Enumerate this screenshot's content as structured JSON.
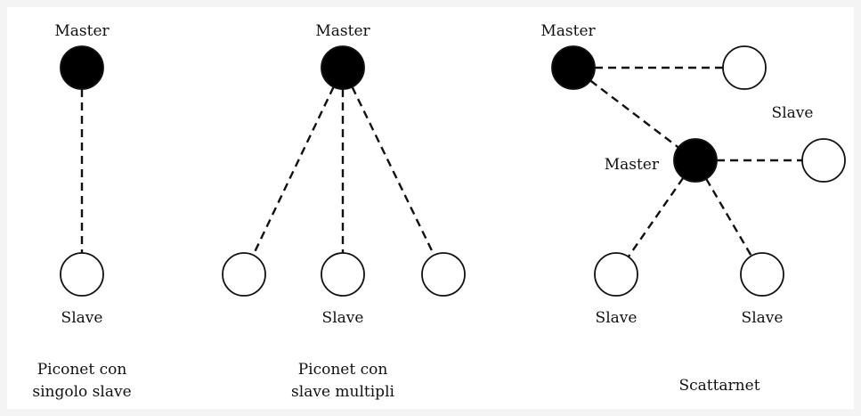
{
  "diagrams": [
    {
      "caption": [
        "Piconet con",
        "singolo slave"
      ],
      "nodes": [
        {
          "role": "master",
          "label": "Master",
          "fill": "#000000"
        },
        {
          "role": "slave",
          "label": "Slave",
          "fill": "#ffffff"
        }
      ],
      "edges": [
        [
          0,
          1
        ]
      ]
    },
    {
      "caption": [
        "Piconet con",
        "slave multipli"
      ],
      "nodes": [
        {
          "role": "master",
          "label": "Master",
          "fill": "#000000"
        },
        {
          "role": "slave",
          "label": "",
          "fill": "#ffffff"
        },
        {
          "role": "slave",
          "label": "Slave",
          "fill": "#ffffff"
        },
        {
          "role": "slave",
          "label": "",
          "fill": "#ffffff"
        }
      ],
      "edges": [
        [
          0,
          1
        ],
        [
          0,
          2
        ],
        [
          0,
          3
        ]
      ]
    },
    {
      "caption": [
        "Scattarnet"
      ],
      "nodes": [
        {
          "role": "master",
          "label": "Master",
          "fill": "#000000"
        },
        {
          "role": "slave",
          "label": "",
          "fill": "#ffffff"
        },
        {
          "role": "master",
          "label": "Master",
          "fill": "#000000"
        },
        {
          "role": "slave",
          "label": "Slave",
          "fill": "#ffffff"
        },
        {
          "role": "slave",
          "label": "Slave",
          "fill": "#ffffff"
        },
        {
          "role": "slave",
          "label": "Slave",
          "fill": "#ffffff"
        }
      ],
      "edges": [
        [
          0,
          1
        ],
        [
          0,
          2
        ],
        [
          2,
          3
        ],
        [
          2,
          4
        ],
        [
          2,
          5
        ]
      ]
    }
  ],
  "colors": {
    "master": "#000000",
    "slave": "#ffffff",
    "line": "#111111"
  }
}
